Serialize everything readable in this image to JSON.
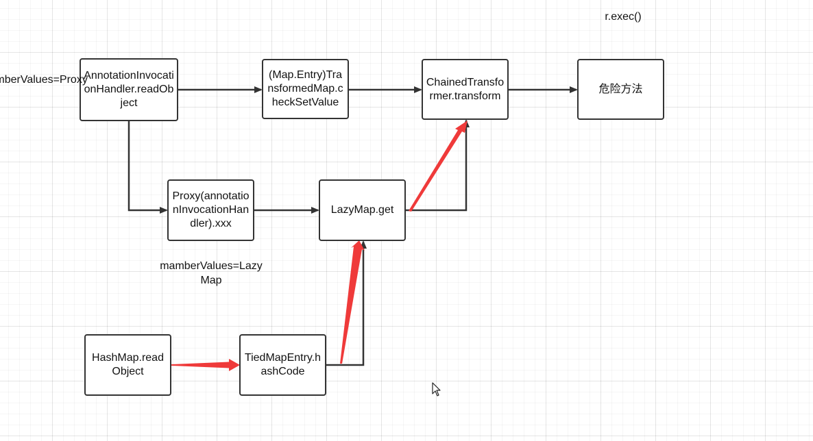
{
  "diagram": {
    "nodes": {
      "annotation_handler": "AnnotationInvocationHandler.readObject",
      "transformed_map": "(Map.Entry)TransformedMap.checkSetValue",
      "chained_transformer": "ChainedTransformer.transform",
      "danger_method": "危险方法",
      "proxy": "Proxy(annotationInvocationHandler).xxx",
      "lazymap_get": "LazyMap.get",
      "hashmap_readobject": "HashMap.readObject",
      "tiedmapentry": "TiedMapEntry.hashCode"
    },
    "labels": {
      "exec": "r.exec()",
      "member_values_proxy": "memberValues=Proxy",
      "member_values_lazymap": "mamberValues=LazyMap"
    },
    "colors": {
      "stroke": "#333333",
      "highlight": "#ef3a3a",
      "grid_line": "#e6e6e6",
      "background": "#ffffff"
    },
    "cursor_icon": "mouse-pointer-icon"
  }
}
